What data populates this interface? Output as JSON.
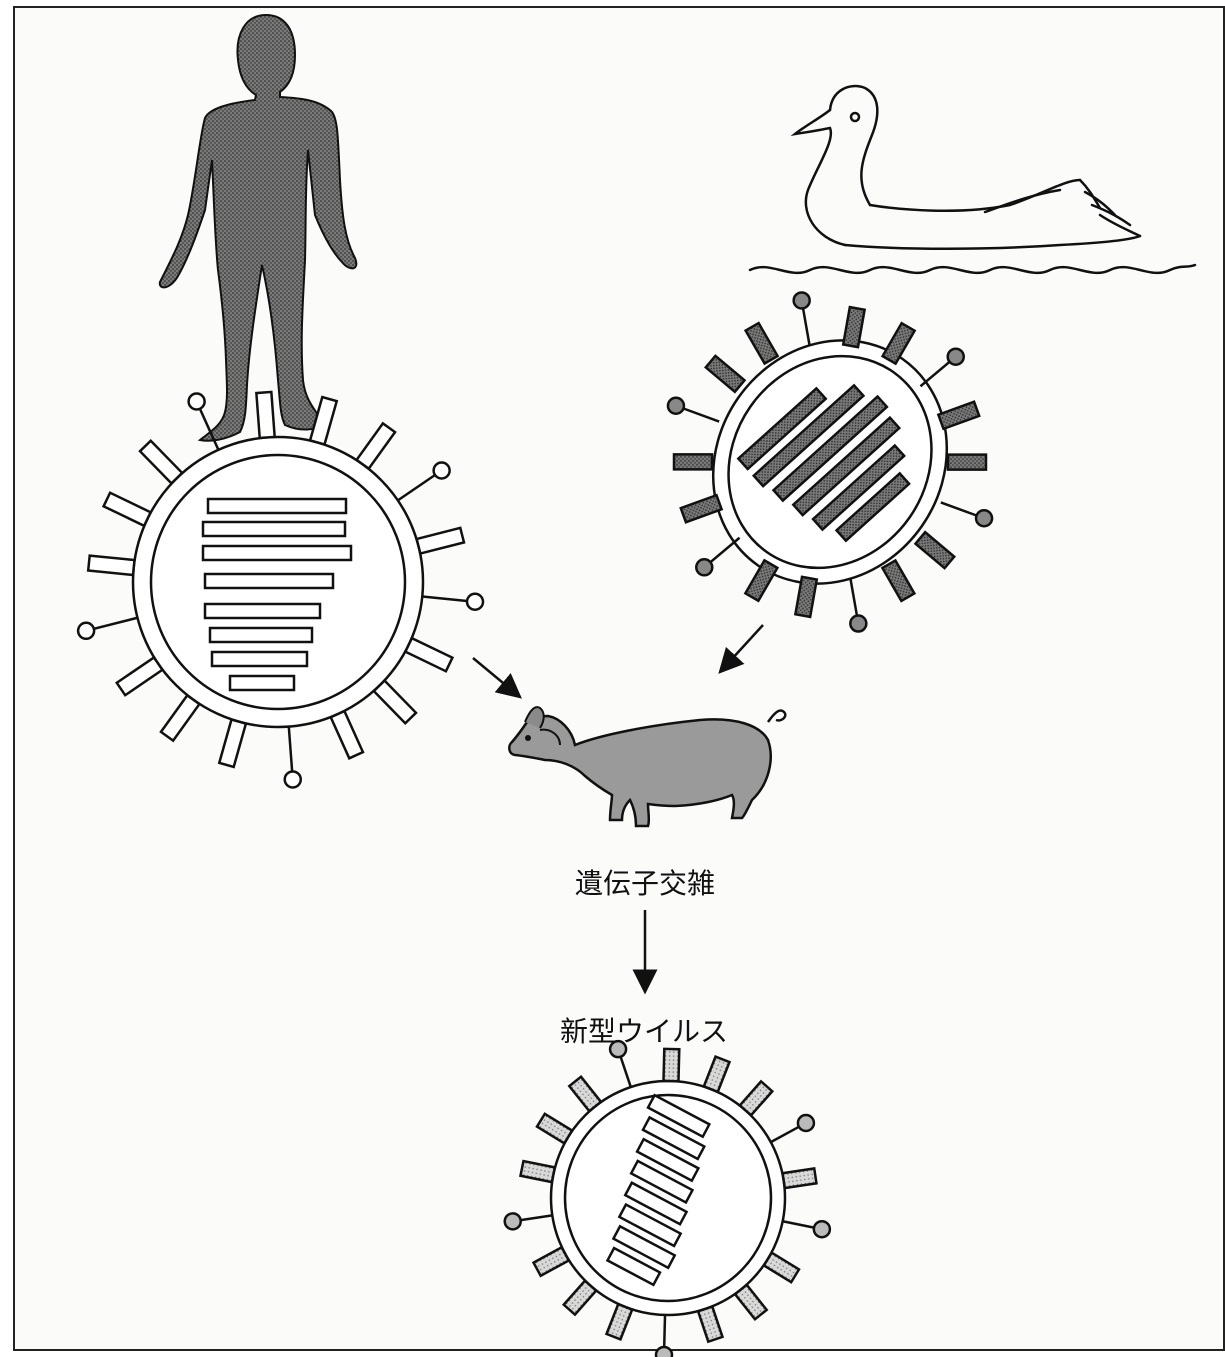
{
  "labels": {
    "reassortment": "遺伝子交雑",
    "new_virus": "新型ウイルス"
  },
  "figures": {
    "human": "human-silhouette",
    "bird": "duck-on-water",
    "pig": "pig",
    "virus_icons": [
      "human-virus",
      "bird-virus",
      "new-virus"
    ]
  },
  "colors": {
    "outline": "#111111",
    "stipple_dark": "#555555",
    "stipple_light": "#b9b9b9",
    "pig_fill": "#9a9a9a"
  }
}
